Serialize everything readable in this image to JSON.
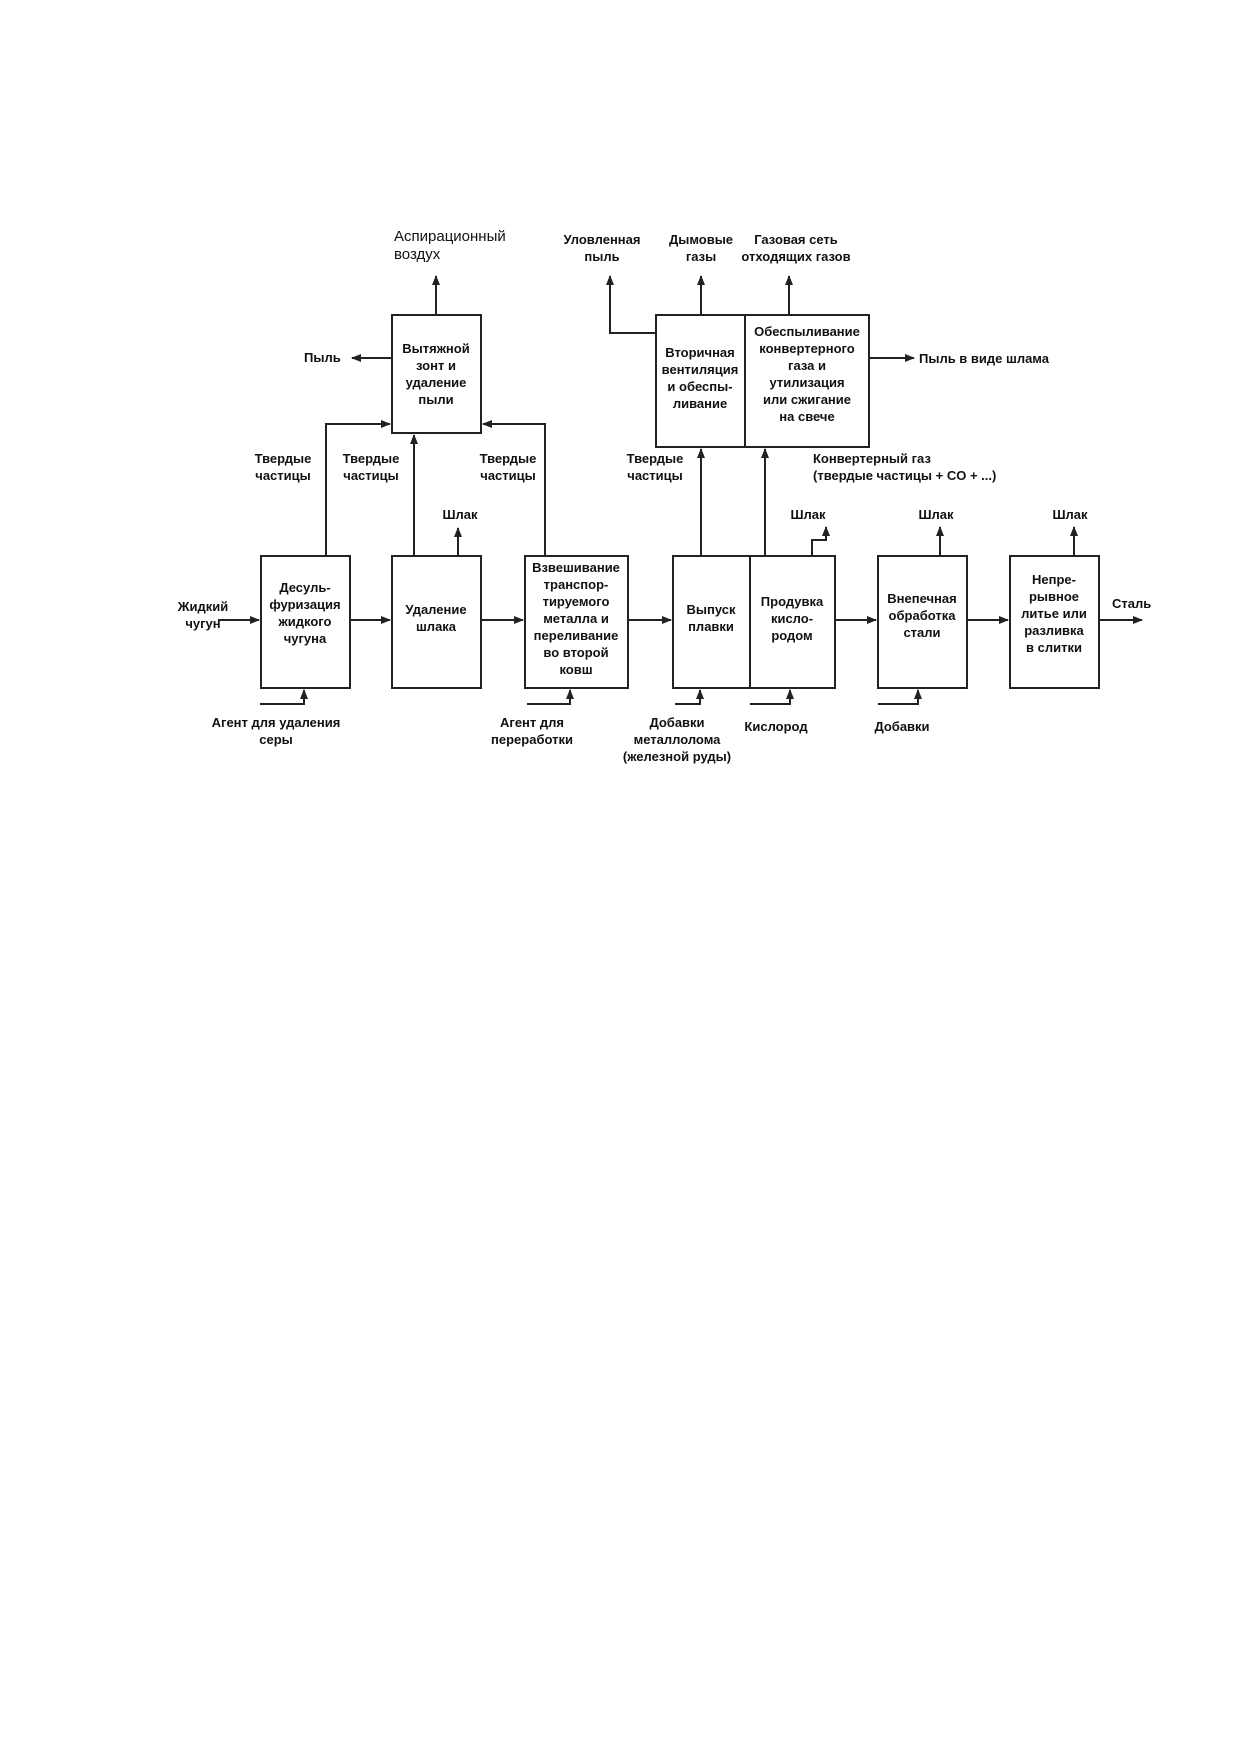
{
  "boxes": {
    "hood": [
      "Вытяжной",
      "зонт и",
      "удаление",
      "пыли"
    ],
    "desulf": [
      "Десуль-",
      "фуризация",
      "жидкого",
      "чугуна"
    ],
    "slag_removal": [
      "Удаление",
      "шлака"
    ],
    "weighing": [
      "Взвешивание",
      "транспор-",
      "тируемого",
      "металла и",
      "переливание",
      "во второй",
      "ковш"
    ],
    "tapping": [
      "Выпуск",
      "плавки"
    ],
    "blowing": [
      "Продувка",
      "кисло-",
      "родом"
    ],
    "secondary_vent": [
      "Вторичная",
      "вентиляция",
      "и обеспы-",
      "ливание"
    ],
    "gas_cleaning": [
      "Обеспыливание",
      "конвертерного",
      "газа и",
      "утилизация",
      "или сжигание",
      "на свече"
    ],
    "outfurnace": [
      "Внепечная",
      "обработка",
      "стали"
    ],
    "casting": [
      "Непре-",
      "рывное",
      "литье или",
      "разливка",
      "в слитки"
    ]
  },
  "labels": {
    "aspiration_air": [
      "Аспирационный",
      "воздух"
    ],
    "dust": "Пыль",
    "solids_1": [
      "Твердые",
      "частицы"
    ],
    "solids_2": [
      "Твердые",
      "частицы"
    ],
    "solids_3": [
      "Твердые",
      "частицы"
    ],
    "solids_4": [
      "Твердые",
      "частицы"
    ],
    "slag_1": "Шлак",
    "slag_2": "Шлак",
    "slag_3": "Шлак",
    "slag_4": "Шлак",
    "liquid_iron": [
      "Жидкий",
      "чугун"
    ],
    "sulfur_agent": [
      "Агент для удаления",
      "серы"
    ],
    "processing_agent": [
      "Агент для",
      "переработки"
    ],
    "scrap_additions": [
      "Добавки",
      "металлолома",
      "(железной руды)"
    ],
    "oxygen": "Кислород",
    "additions": "Добавки",
    "steel": "Сталь",
    "captured_dust": [
      "Уловленная",
      "пыль"
    ],
    "flue_gases": [
      "Дымовые",
      "газы"
    ],
    "gas_network": [
      "Газовая сеть",
      "отходящих газов"
    ],
    "dust_sludge": "Пыль в виде шлама",
    "converter_gas": [
      "Конвертерный газ",
      "(твердые частицы + CO + ...)"
    ]
  }
}
